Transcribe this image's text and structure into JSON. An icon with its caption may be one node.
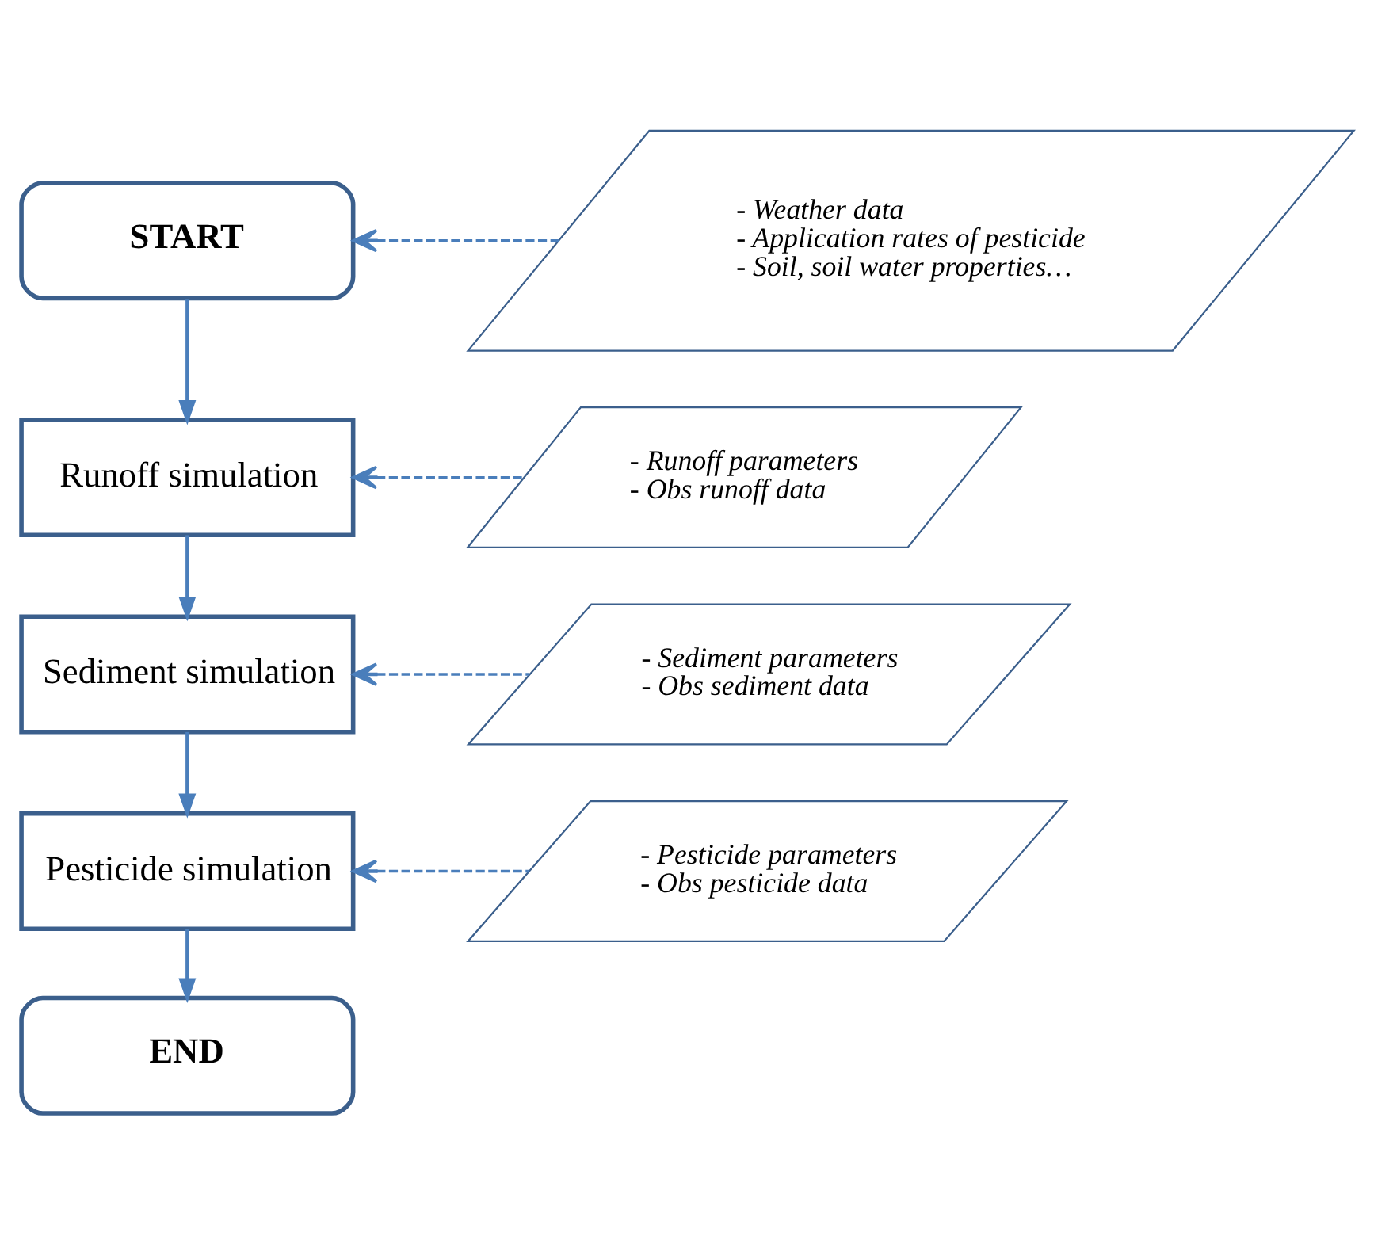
{
  "diagram": {
    "nodes": [
      {
        "text": [
          "START"
        ]
      },
      {
        "text": [
          "- Weather data",
          "- Application rates of pesticide",
          "- Soil, soil water properties…"
        ]
      },
      {
        "text": [
          "Runoff simulation"
        ]
      },
      {
        "text": [
          "- Runoff parameters",
          "- Obs runoff data"
        ]
      },
      {
        "text": [
          "Sediment simulation"
        ]
      },
      {
        "text": [
          "- Sediment parameters",
          "- Obs sediment data"
        ]
      },
      {
        "text": [
          "Pesticide simulation"
        ]
      },
      {
        "text": [
          "- Pesticide parameters",
          "- Obs pesticide data"
        ]
      },
      {
        "text": [
          "END"
        ]
      }
    ],
    "edges": [
      {
        "from": 0,
        "to": 2,
        "arrow": "to"
      },
      {
        "from": 2,
        "to": 4,
        "arrow": "to"
      },
      {
        "from": 4,
        "to": 6,
        "arrow": "to"
      },
      {
        "from": 6,
        "to": 8,
        "arrow": "to"
      },
      {
        "from": 1,
        "to": 0,
        "arrow": "to",
        "style": "dashed"
      },
      {
        "from": 3,
        "to": 2,
        "arrow": "to",
        "style": "dashed"
      },
      {
        "from": 5,
        "to": 4,
        "arrow": "to",
        "style": "dashed"
      },
      {
        "from": 7,
        "to": 6,
        "arrow": "to",
        "style": "dashed"
      }
    ]
  }
}
